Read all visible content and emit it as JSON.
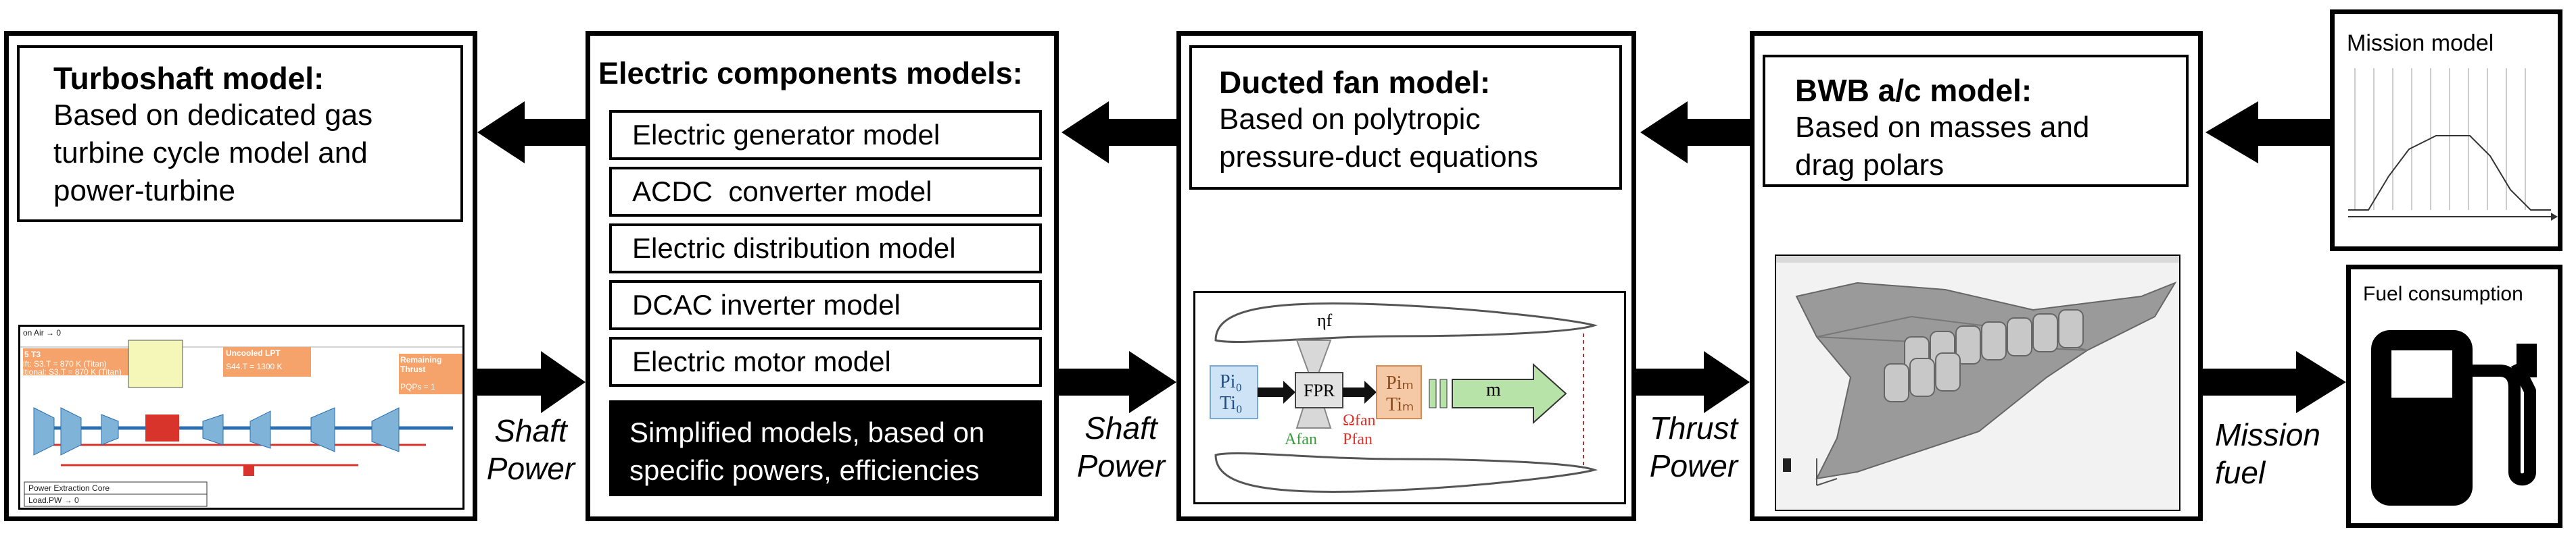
{
  "turboshaft": {
    "title": "Turboshaft model:",
    "line1": "Based on dedicated gas",
    "line2": "turbine cycle model and",
    "line3": "power-turbine",
    "image": {
      "air_label": "on Air → 0",
      "t_label": "5 T3",
      "line_a": "ift: S3.T = 870 K (Titan)",
      "line_b": "ltional: S3.T = 870 K (Titan)",
      "lpt_title": "Uncooled LPT",
      "lpt_value": "S44.T = 1300 K",
      "thrust_title": "Remaining Thrust",
      "thrust_value": "PQPs = 1",
      "power_label": "Power Extraction Core",
      "load_label": "Load.PW → 0"
    }
  },
  "electric": {
    "title": "Electric components models:",
    "components": [
      "Electric generator model",
      "ACDC  converter model",
      "Electric distribution model",
      "DCAC inverter model",
      "Electric motor model"
    ],
    "simplified_line1": "Simplified models, based on",
    "simplified_line2": "specific powers, efficiencies"
  },
  "ducted_fan": {
    "title": "Ducted fan model:",
    "line1": "Based on polytropic",
    "line2": "pressure-duct equations",
    "diagram": {
      "eta": "ηf",
      "pi0": "Pi₀",
      "ti0": "Ti₀",
      "fpr": "FPR",
      "pim": "Piₘ",
      "tim": "Tiₘ",
      "omega": "Ωfan",
      "pfan": "Pfan",
      "afan": "Afan",
      "m": "m"
    }
  },
  "bwb": {
    "title": "BWB a/c model:",
    "line1": "Based on masses and",
    "line2": "drag polars"
  },
  "mission": {
    "title": "Mission model"
  },
  "fuel": {
    "title": "Fuel consumption"
  },
  "flows": {
    "shaft_power_1": [
      "Shaft",
      "Power"
    ],
    "shaft_power_2": [
      "Shaft",
      "Power"
    ],
    "thrust_power": [
      "Thrust",
      "Power"
    ],
    "mission_fuel": [
      "Mission",
      "fuel"
    ]
  },
  "colors": {
    "arrow": "#000000",
    "fan_core": "#cfe3f7",
    "fan_exit": "#f6c9a6",
    "fan_arrow": "#b7e3a8",
    "fan_red": "#d9342b",
    "fan_green": "#3a9b3a",
    "aircraft": "#9a9a9a"
  }
}
